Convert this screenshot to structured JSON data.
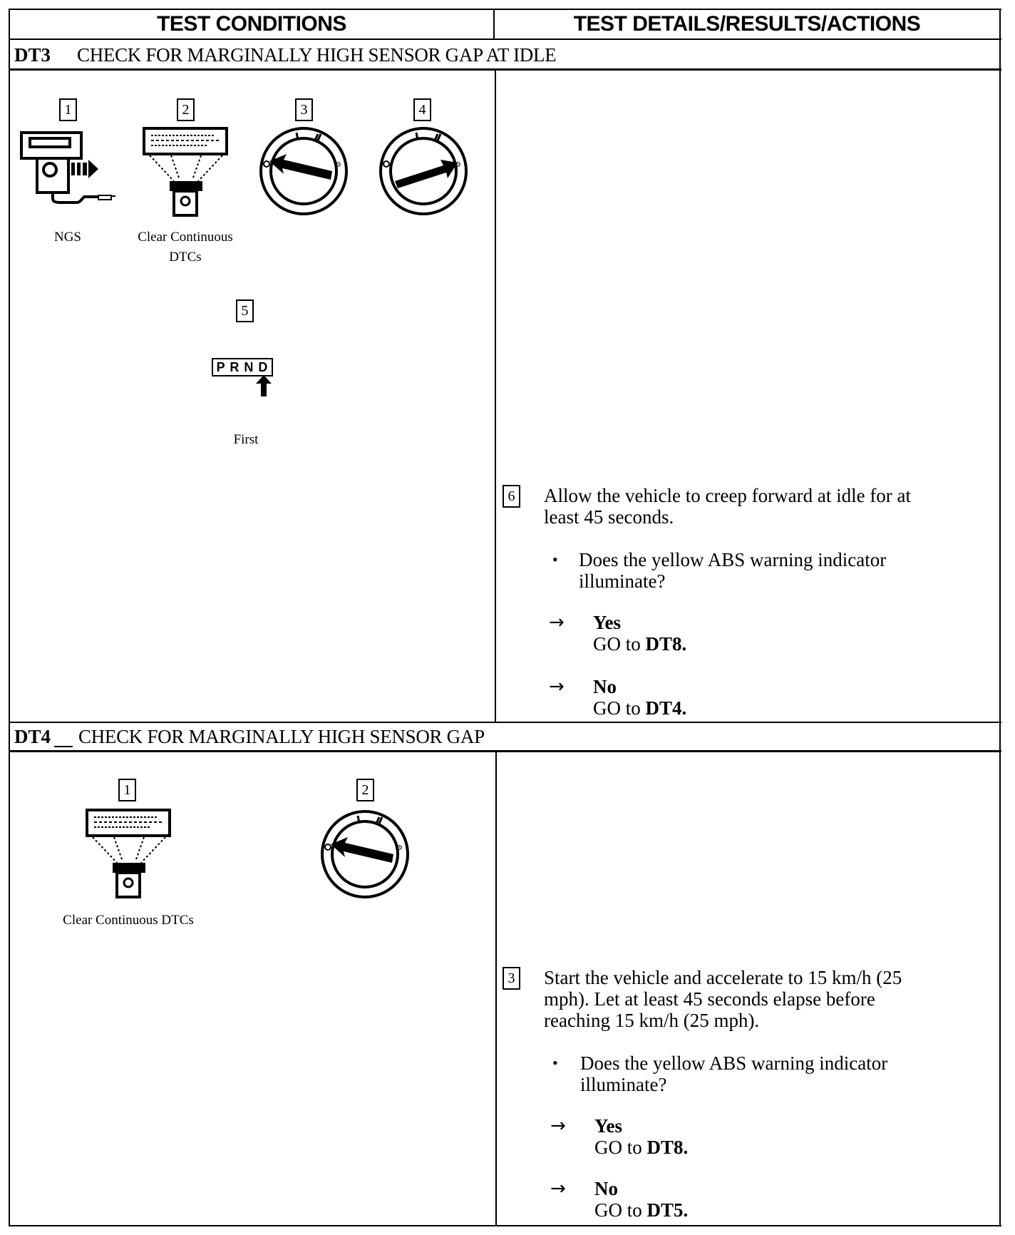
{
  "header": {
    "left": "TEST CONDITIONS",
    "right": "TEST DETAILS/RESULTS/ACTIONS"
  },
  "dt3": {
    "id": "DT3",
    "title": "CHECK FOR MARGINALLY HIGH SENSOR GAP AT IDLE",
    "steps": [
      {
        "num": "1",
        "caption": "NGS",
        "icon": "ngs-scan-tool-icon"
      },
      {
        "num": "2",
        "caption_line1": "Clear Continuous",
        "caption_line2": "DTCs",
        "icon": "clear-dtcs-icon"
      },
      {
        "num": "3",
        "icon": "ignition-key-off-icon"
      },
      {
        "num": "4",
        "icon": "ignition-key-on-icon"
      },
      {
        "num": "5",
        "caption": "First",
        "icon": "gear-selector-icon",
        "gear_letters": "P R N D"
      }
    ],
    "action": {
      "num": "6",
      "text_line1": "Allow the vehicle to creep forward at idle for at",
      "text_line2": "least 45 seconds.",
      "question_line1": "Does the yellow ABS warning indicator",
      "question_line2": "illuminate?",
      "yes_label": "Yes",
      "yes_go": "GO to ",
      "yes_target": "DT8.",
      "no_label": "No",
      "no_go": "GO to ",
      "no_target": "DT4."
    }
  },
  "dt4": {
    "id": "DT4",
    "title": "CHECK FOR MARGINALLY HIGH SENSOR GAP",
    "steps": [
      {
        "num": "1",
        "caption": "Clear Continuous DTCs",
        "icon": "clear-dtcs-icon"
      },
      {
        "num": "2",
        "icon": "ignition-key-off-icon"
      }
    ],
    "action": {
      "num": "3",
      "text_line1": "Start the vehicle and accelerate to 15 km/h (25",
      "text_line2": "mph). Let at least 45 seconds elapse before",
      "text_line3": "reaching 15 km/h (25 mph).",
      "question_line1": "Does the yellow ABS warning indicator",
      "question_line2": "illuminate?",
      "yes_label": "Yes",
      "yes_go": "GO to ",
      "yes_target": "DT8.",
      "no_label": "No",
      "no_go": "GO to ",
      "no_target": "DT5."
    }
  },
  "symbols": {
    "arrow": "→",
    "bullet": "•"
  }
}
